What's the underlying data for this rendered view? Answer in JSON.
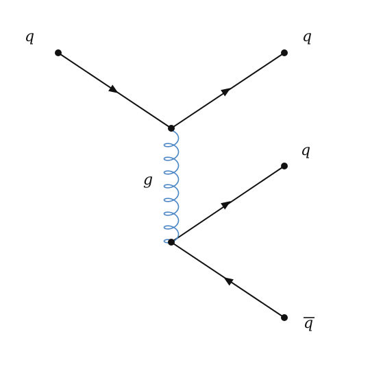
{
  "diagram": {
    "labels": {
      "incoming_quark": "q",
      "outgoing_quark_top": "q",
      "outgoing_quark_mid": "q",
      "outgoing_antiquark": "q",
      "gluon": "g"
    },
    "colors": {
      "fermion_line": "#111111",
      "gluon": "#4a86c5"
    }
  }
}
